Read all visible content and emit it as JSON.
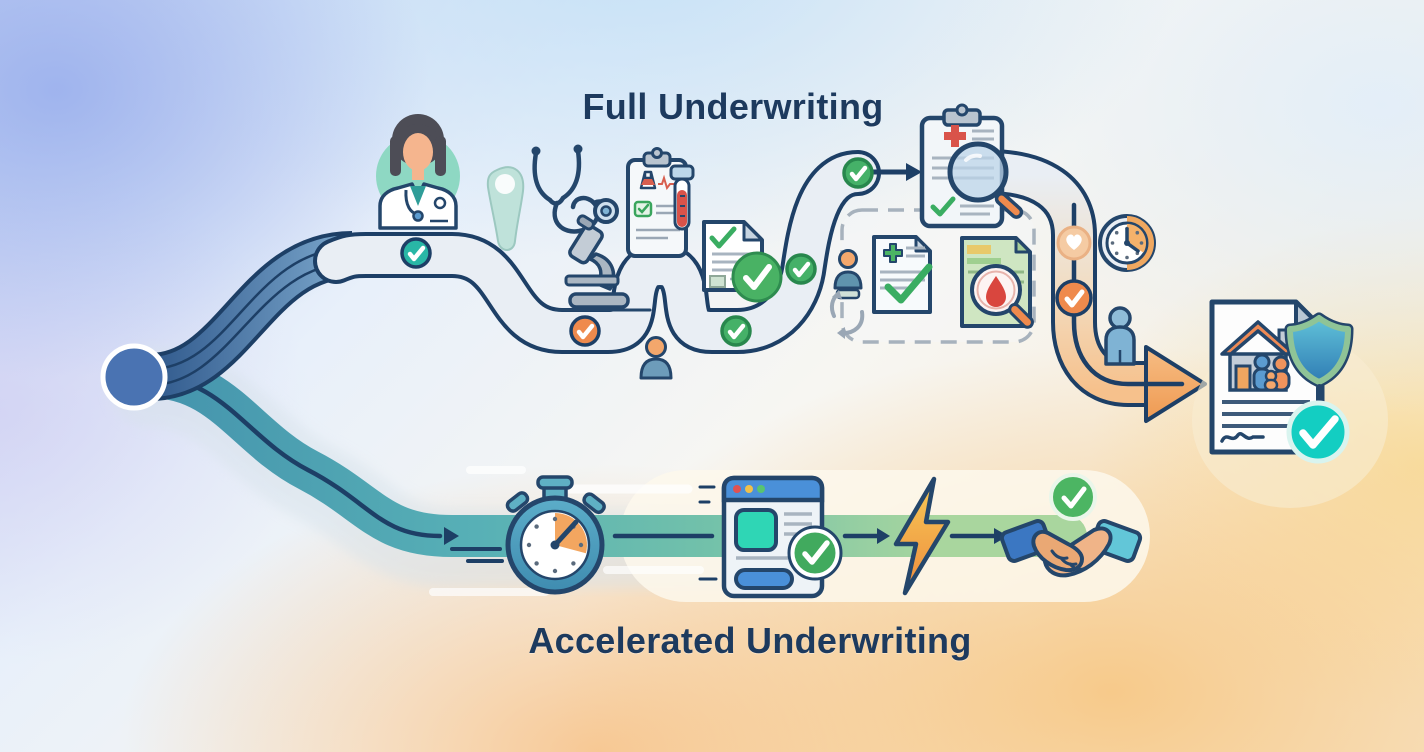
{
  "titles": {
    "full": "Full Underwriting",
    "accelerated": "Accelerated Underwriting"
  },
  "flow": {
    "start_node": "application-branch-point",
    "full_underwriting": {
      "label": "Full Underwriting",
      "steps": [
        "doctor-exam",
        "medical-probe",
        "stethoscope",
        "microscope-lab-test",
        "lab-report-clipboard",
        "blood-test-tube",
        "medical-document-check",
        "applicant-person",
        "case-review-cycle",
        "health-statement-document",
        "blood-test-report",
        "underwriter-clipboard-magnifier",
        "waiting-clock",
        "applicant-waiting",
        "policy-approved-document"
      ],
      "checkpoints": [
        "teal-check",
        "orange-check",
        "green-check",
        "green-check",
        "green-check",
        "heart-marker",
        "orange-check"
      ]
    },
    "accelerated_underwriting": {
      "label": "Accelerated Underwriting",
      "steps": [
        "stopwatch",
        "online-application-approved",
        "instant-decision-lightning",
        "handshake-agreement"
      ],
      "checkpoints": [
        "green-check",
        "green-check"
      ]
    },
    "outcome": "policy-approved-document"
  },
  "colors": {
    "outline_navy": "#24466b",
    "road_gray": "#e9eef4",
    "branch_blue": "#30598c",
    "band_teal": "#57b0b6",
    "band_green": "#a9d69e",
    "check_green": "#45b168",
    "check_teal": "#29b7a6",
    "check_orange": "#ef8a4d",
    "approval_turquoise": "#13cec2",
    "arrow_orange": "#f3a862",
    "title_navy": "#1d3a5e"
  }
}
